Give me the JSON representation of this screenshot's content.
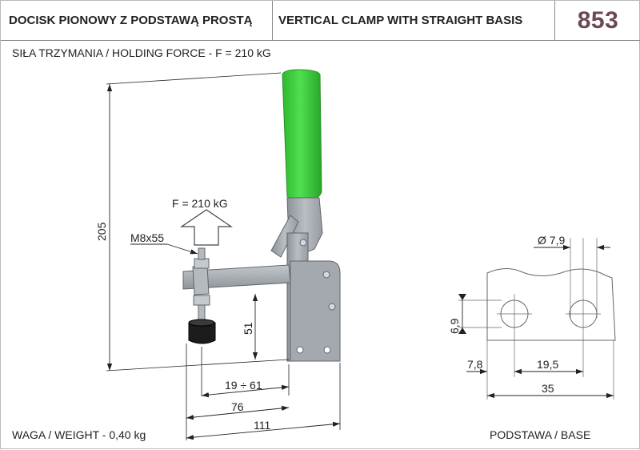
{
  "header": {
    "title_pl": "DOCISK PIONOWY Z PODSTAWĄ PROSTĄ",
    "title_en": "VERTICAL CLAMP WITH STRAIGHT BASIS",
    "part_number": "853"
  },
  "specs": {
    "holding_force": "SIŁA TRZYMANIA / HOLDING FORCE - F = 210 kG",
    "weight": "WAGA / WEIGHT - 0,40 kg",
    "base_label": "PODSTAWA / BASE"
  },
  "clamp_view": {
    "force_arrow_label": "F = 210 kG",
    "thread_label": "M8x55",
    "dim_height": "205",
    "dim_spindle_height": "51",
    "dim_reach_range": "19 ÷ 61",
    "dim_reach": "76",
    "dim_length": "111"
  },
  "base_view": {
    "dim_hole_diameter": "Ø 7,9",
    "dim_slot_width": "6,9",
    "dim_edge_offset": "7,8",
    "dim_hole_spacing": "19,5",
    "dim_base_width": "35"
  },
  "colors": {
    "handle": "#3fd23f",
    "metal": "#a9aeb4",
    "rubber_tip": "#1c1c1c",
    "part_number": "#6b4a52"
  }
}
